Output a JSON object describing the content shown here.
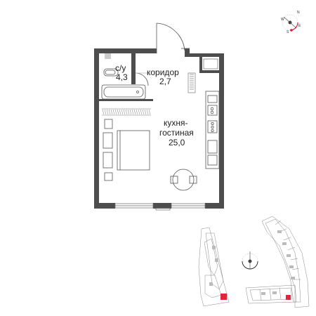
{
  "rooms": [
    {
      "id": "bathroom",
      "name": "с/у",
      "area": "4,3"
    },
    {
      "id": "corridor",
      "name": "коридор",
      "area": "2,7"
    },
    {
      "id": "kitchen_living",
      "name_line1": "кухня-",
      "name_line2": "гостиная",
      "area": "25,0"
    }
  ],
  "compass": {
    "letters": {
      "n": "N",
      "w": "W",
      "s": "S",
      "e": "E"
    },
    "accent_color": "#d91f3a"
  },
  "location_marker_color": "#e8203c",
  "wall_color": "#4d4d4d"
}
